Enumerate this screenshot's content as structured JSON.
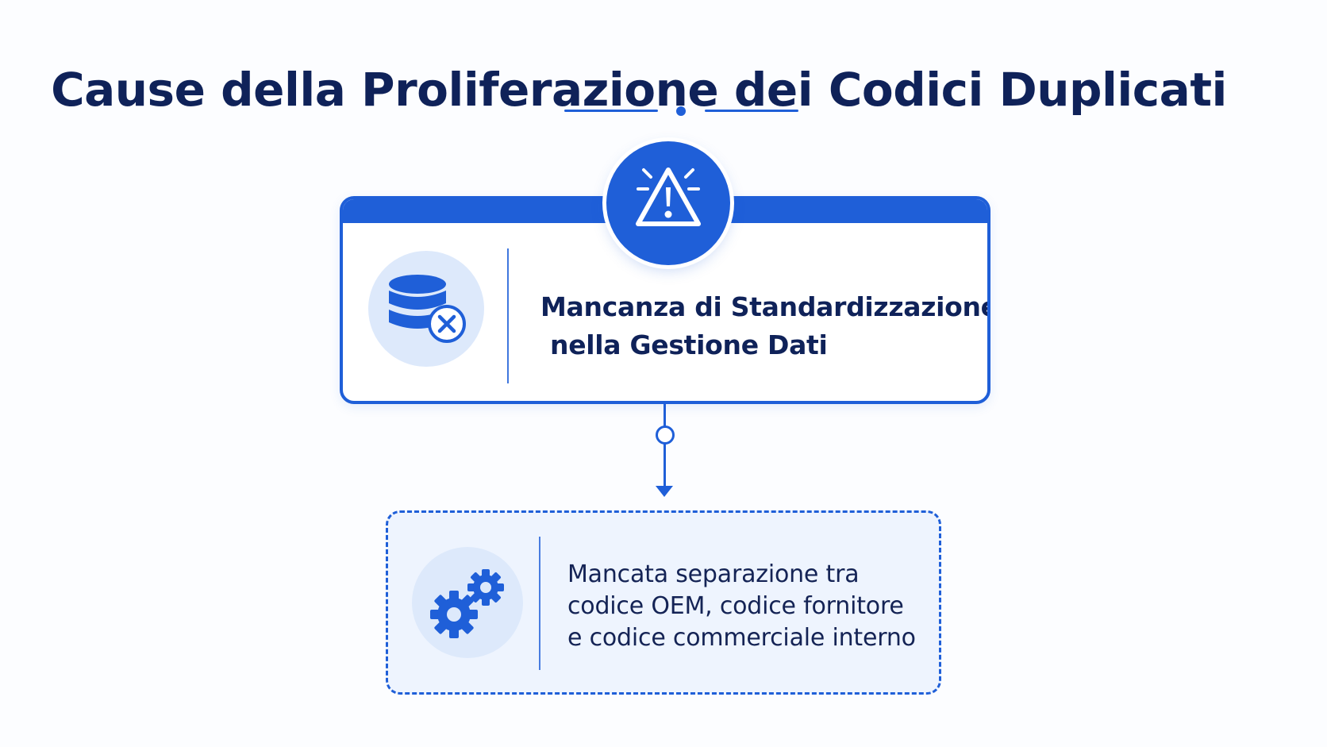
{
  "title": "Cause della Proliferazione dei Codici Duplicati",
  "colors": {
    "accent": "#1f5fd8",
    "title": "#0f2259",
    "icon_bg": "#dde9fb",
    "sub_card_bg": "#eef4fe"
  },
  "main_cause": {
    "badge_icon": "warning-icon",
    "icon": "database-error-icon",
    "lines": [
      "Mancanza di Standardizzazione",
      "nella Gestione Dati"
    ]
  },
  "sub_cause": {
    "icon": "gears-icon",
    "lines": [
      "Mancata separazione tra",
      "codice OEM, codice fornitore",
      "e codice commerciale interno"
    ]
  }
}
